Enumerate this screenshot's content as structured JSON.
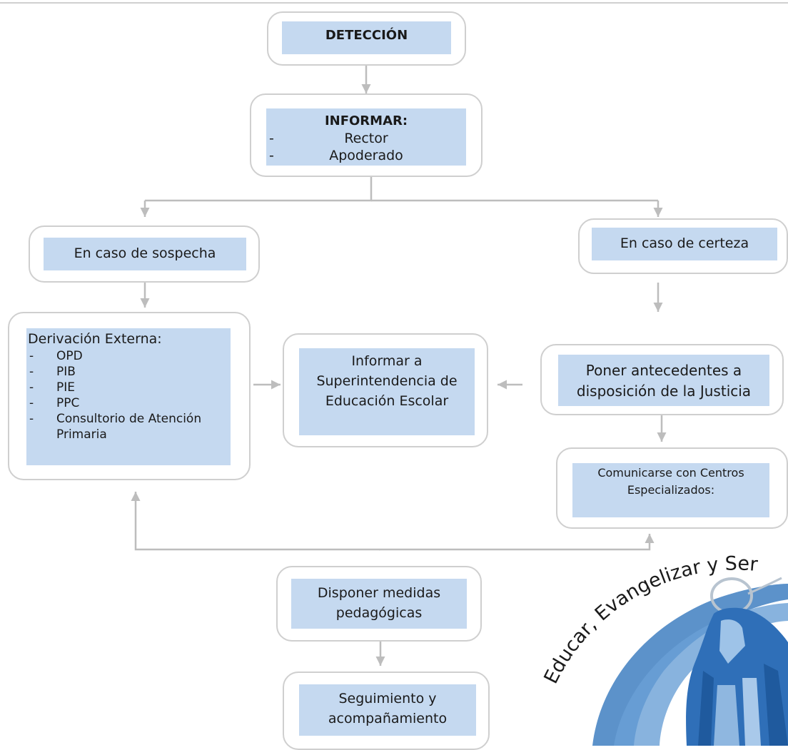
{
  "nodes": {
    "deteccion": "DETECCIÓN",
    "informar": {
      "title": "INFORMAR:",
      "items": [
        "Rector",
        "Apoderado"
      ]
    },
    "sospecha": "En caso de sospecha",
    "certeza": "En caso de certeza",
    "derivacion": {
      "title": "Derivación Externa:",
      "items": [
        "OPD",
        "PIB",
        "PIE",
        "PPC",
        "Consultorio de Atención Primaria"
      ]
    },
    "superintendencia": "Informar a Superintendencia de Educación Escolar",
    "justicia": "Poner antecedentes a disposición de la Justicia",
    "centros": "Comunicarse con Centros Especializados:",
    "medidas": "Disponer medidas pedagógicas",
    "seguimiento": "Seguimiento y acompañamiento"
  },
  "logo": {
    "motto": "Educar, Evangelizar y Servir"
  },
  "colors": {
    "box_fill": "#c5d9f0",
    "box_border": "#cfcfcf",
    "arrow": "#bdbdbd",
    "logo_blue": "#3f7fc1"
  }
}
